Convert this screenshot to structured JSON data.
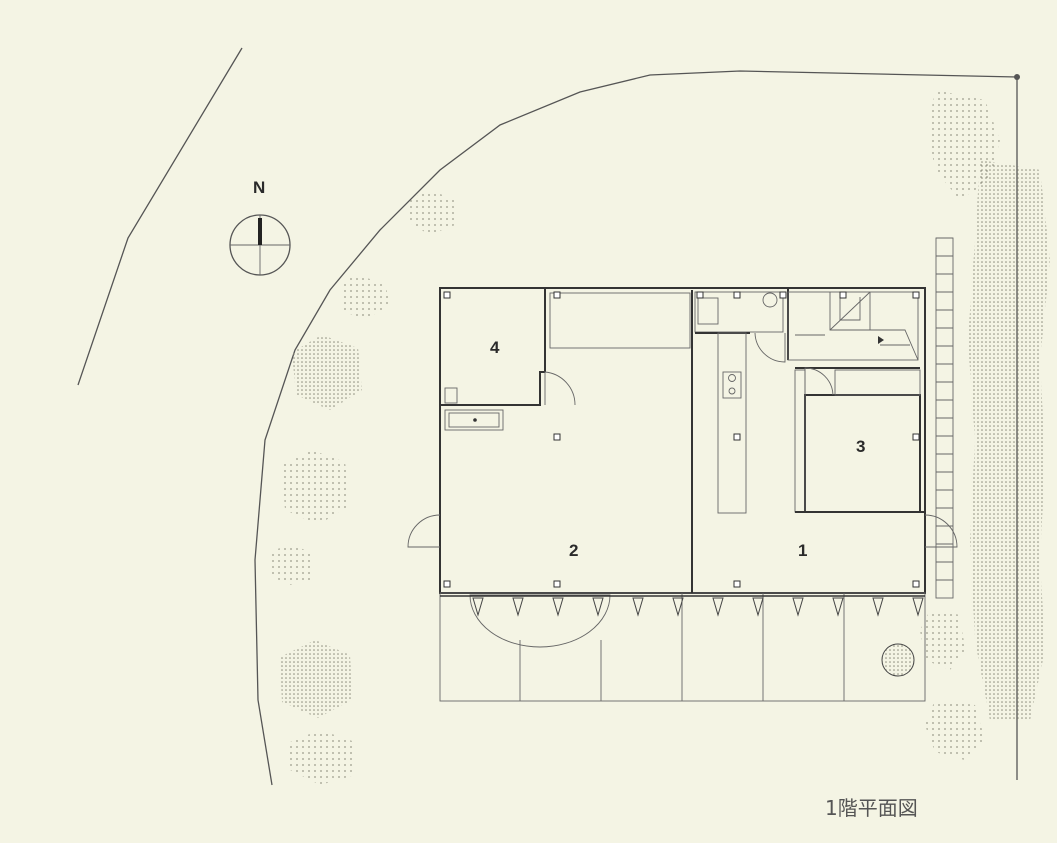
{
  "drawing": {
    "north_label": "N",
    "rooms": [
      {
        "id": "1",
        "label": "1"
      },
      {
        "id": "2",
        "label": "2"
      },
      {
        "id": "3",
        "label": "3"
      },
      {
        "id": "4",
        "label": "4"
      }
    ],
    "caption": "1階平面図"
  },
  "colors": {
    "paper": "#f4f4e4",
    "line": "#555555",
    "wall": "#333333",
    "tree_dots": "#9a9a8a"
  }
}
